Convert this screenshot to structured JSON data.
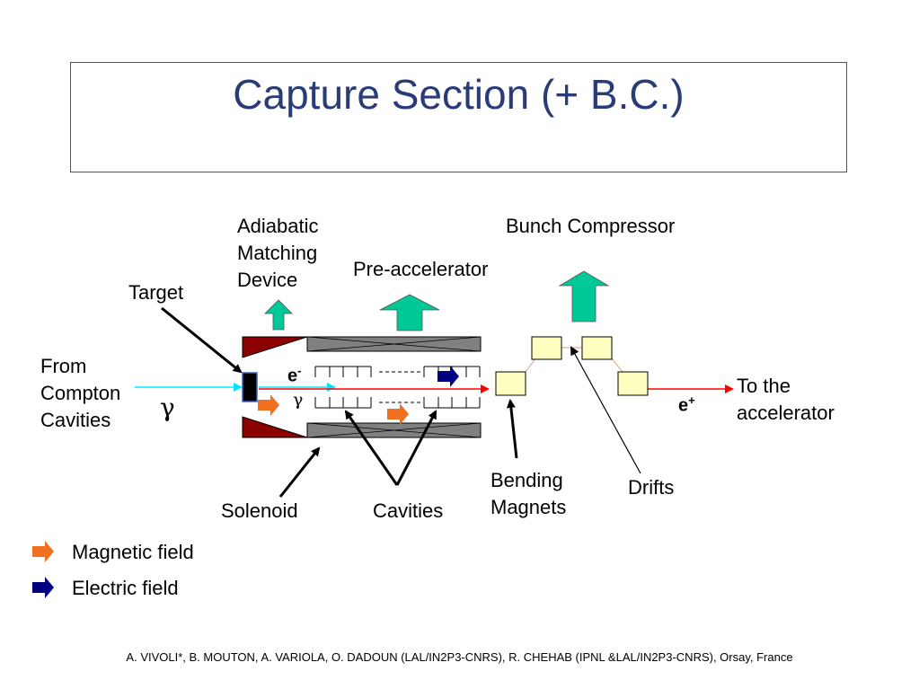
{
  "title": "Capture Section (+ B.C.)",
  "labels": {
    "amd": "Adiabatic\nMatching\nDevice",
    "bunch_compressor": "Bunch Compressor",
    "pre_accelerator": "Pre-accelerator",
    "target": "Target",
    "from_compton": "From\nCompton\nCavities",
    "gamma_big": "γ",
    "electron": "e",
    "electron_sup": "-",
    "gamma_small": "γ",
    "positron": "e",
    "positron_sup": "+",
    "to_accel": "To the\naccelerator",
    "bending_magnets": "Bending\nMagnets",
    "drifts": "Drifts",
    "solenoid": "Solenoid",
    "cavities": "Cavities"
  },
  "legend": [
    {
      "label": "Magnetic field",
      "color": "#f07020"
    },
    {
      "label": "Electric field",
      "color": "#000080"
    }
  ],
  "colors": {
    "title": "#2a3c78",
    "field_arrow_up": "#00c896",
    "magnet_fill": "#ffffc0",
    "solenoid_fill": "#808080",
    "amd_fill": "#8b0000",
    "beam_gamma": "#00e5ff",
    "beam_positron": "#ff0000"
  },
  "footer": "A. VIVOLI*, B. MOUTON, A. VARIOLA,  O. DADOUN (LAL/IN2P3-CNRS), R. CHEHAB (IPNL &LAL/IN2P3-CNRS), Orsay, France"
}
